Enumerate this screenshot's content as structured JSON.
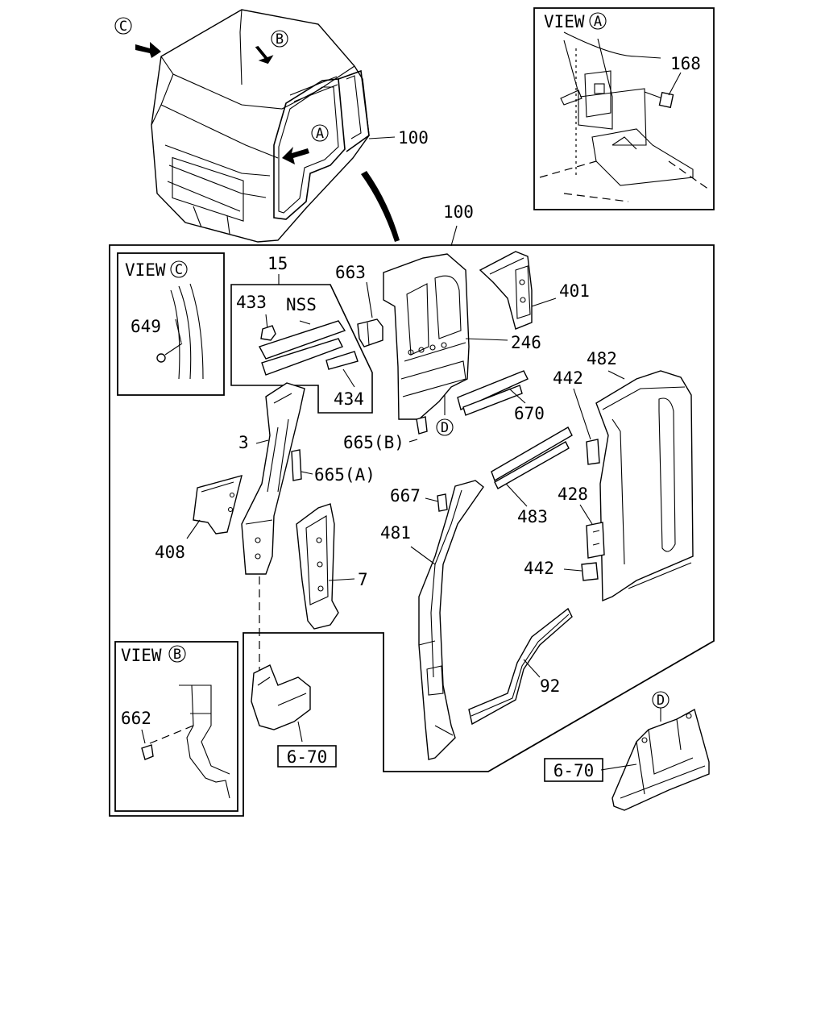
{
  "diagram": {
    "callouts": {
      "cab_top": "100",
      "panel_top": "100",
      "p168": "168",
      "p15": "15",
      "p663": "663",
      "p401": "401",
      "p433": "433",
      "nss": "NSS",
      "p649": "649",
      "p246": "246",
      "p482": "482",
      "p442a": "442",
      "p434": "434",
      "p670": "670",
      "p3": "3",
      "p665b": "665(B)",
      "p665a": "665(A)",
      "p667": "667",
      "p483": "483",
      "p428": "428",
      "p408": "408",
      "p481": "481",
      "p442b": "442",
      "p7": "7",
      "p92": "92",
      "p662": "662",
      "ref_a": "6-70",
      "ref_b": "6-70"
    },
    "views": {
      "a_word": "VIEW",
      "a_letter": "A",
      "b_word": "VIEW",
      "b_letter": "B",
      "c_word": "VIEW",
      "c_letter": "C"
    },
    "markers": {
      "c": "C",
      "b": "B",
      "a": "A",
      "d1": "D",
      "d2": "D"
    }
  }
}
